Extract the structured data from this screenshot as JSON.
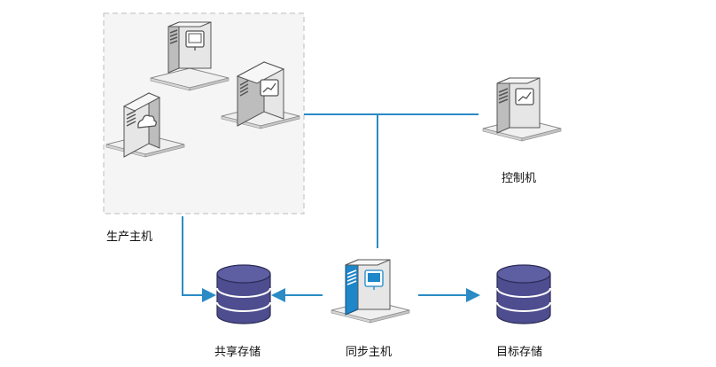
{
  "labels": {
    "production_hosts": "生产主机",
    "control_machine": "控制机",
    "shared_storage": "共享存储",
    "sync_host": "同步主机",
    "target_storage": "目标存储"
  },
  "colors": {
    "connector": "#2a8bc5",
    "database": "#4d4d8f",
    "database_stripe": "#ffffff",
    "sync_accent": "#1d87c9",
    "server_body": "#e6e6e6",
    "server_edge": "#555555",
    "plate": "#f2f2f2"
  },
  "icons": {
    "server_1": "monitor-icon",
    "server_2": "cloud-icon",
    "server_3": "chart-icon",
    "control": "chart-icon",
    "sync": "monitor-icon"
  }
}
